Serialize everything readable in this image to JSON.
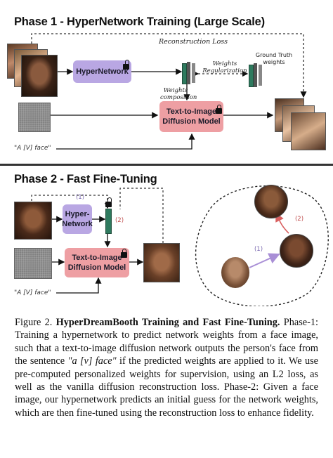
{
  "phase1": {
    "title": "Phase 1 - HyperNetwork Training (Large Scale)",
    "reconstruction_loss": "Reconstruction Loss",
    "hypernetwork": "HyperNetwork",
    "weights_regularization": "Weights Regularization",
    "ground_truth_weights": "Ground Truth weights",
    "weights_composition": "Weights composition",
    "diffusion_model": "Text-to-Image Diffusion Model",
    "prompt": "\"A [V] face\""
  },
  "phase2": {
    "title": "Phase 2 - Fast Fine-Tuning",
    "hypernetwork": "Hyper-Network",
    "diffusion_model": "Text-to-Image Diffusion Model",
    "prompt": "\"A [V] face\"",
    "step1": "(1)",
    "step2": "(2)"
  },
  "caption": {
    "figure_label": "Figure 2.",
    "figure_title": "HyperDreamBooth Training and Fast Fine-Tuning.",
    "text_1": "Phase-1: Training a hypernetwork to predict network weights from a face image, such that a text-to-image diffusion network outputs the person's face from the sentence",
    "quote": "\"a [v] face\"",
    "text_2": "if the predicted weights are applied to it. We use pre-computed personalized weights for supervision, using an L2 loss, as well as the vanilla diffusion reconstruction loss. Phase-2: Given a face image, our hypernetwork predicts an initial guess for the network weights, which are then fine-tuned using the reconstruction loss to enhance fidelity."
  },
  "colors": {
    "hypernetwork_box": "#b9a7e3",
    "diffusion_box": "#ee9fa3",
    "weights_bar": "#2e7a5e",
    "arrow_purple": "#a98fd6",
    "arrow_red": "#d96060"
  }
}
